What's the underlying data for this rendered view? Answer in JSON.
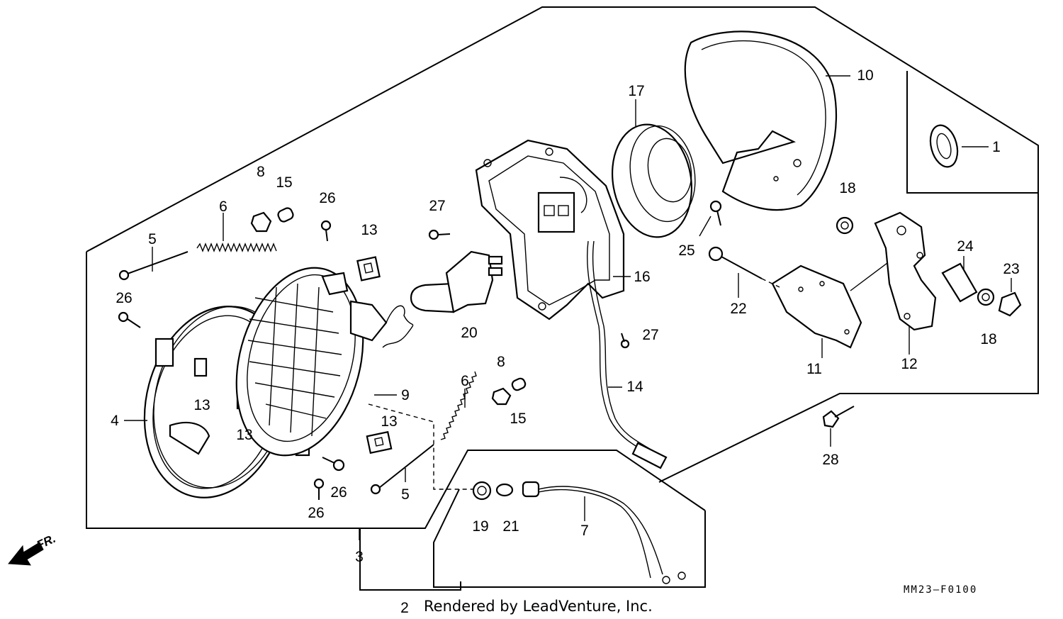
{
  "callouts": {
    "c1": "1",
    "c2": "2",
    "c3": "3",
    "c4": "4",
    "c5a": "5",
    "c5b": "5",
    "c6a": "6",
    "c6b": "6",
    "c7": "7",
    "c8a": "8",
    "c8b": "8",
    "c9": "9",
    "c10": "10",
    "c11": "11",
    "c12": "12",
    "c13a": "13",
    "c13b": "13",
    "c13c": "13",
    "c13d": "13",
    "c14": "14",
    "c15a": "15",
    "c15b": "15",
    "c16": "16",
    "c17": "17",
    "c18a": "18",
    "c18b": "18",
    "c19": "19",
    "c20": "20",
    "c21": "21",
    "c22": "22",
    "c23": "23",
    "c24": "24",
    "c25": "25",
    "c26a": "26",
    "c26b": "26",
    "c26c": "26",
    "c26d": "26",
    "c27a": "27",
    "c27b": "27",
    "c28": "28"
  },
  "direction_label": "FR.",
  "diagram_code": "MM23–F0100",
  "credit": "Rendered by LeadVenture, Inc."
}
